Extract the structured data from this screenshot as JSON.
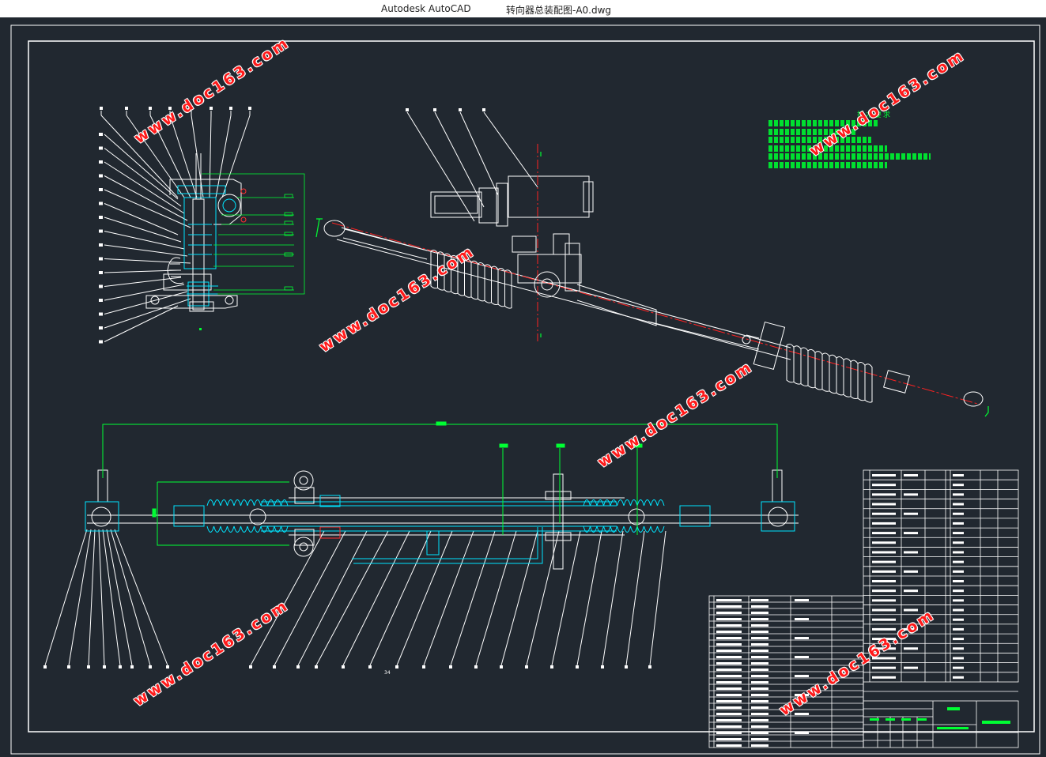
{
  "window": {
    "app_title": "Autodesk AutoCAD",
    "document_title": "转向器总装配图-A0.dwg"
  },
  "drawing": {
    "technical_requirements_title": "技术要求",
    "technical_requirements_line_count": 6,
    "scale_mark": "34"
  },
  "watermark": {
    "text": "www.doc163.com",
    "color": "#ff1a1a"
  },
  "colors": {
    "background": "#212830",
    "line_white": "#ffffff",
    "section_cyan": "#00e5ff",
    "dimension_green": "#00ff33",
    "centerline_red": "#ff2222"
  }
}
